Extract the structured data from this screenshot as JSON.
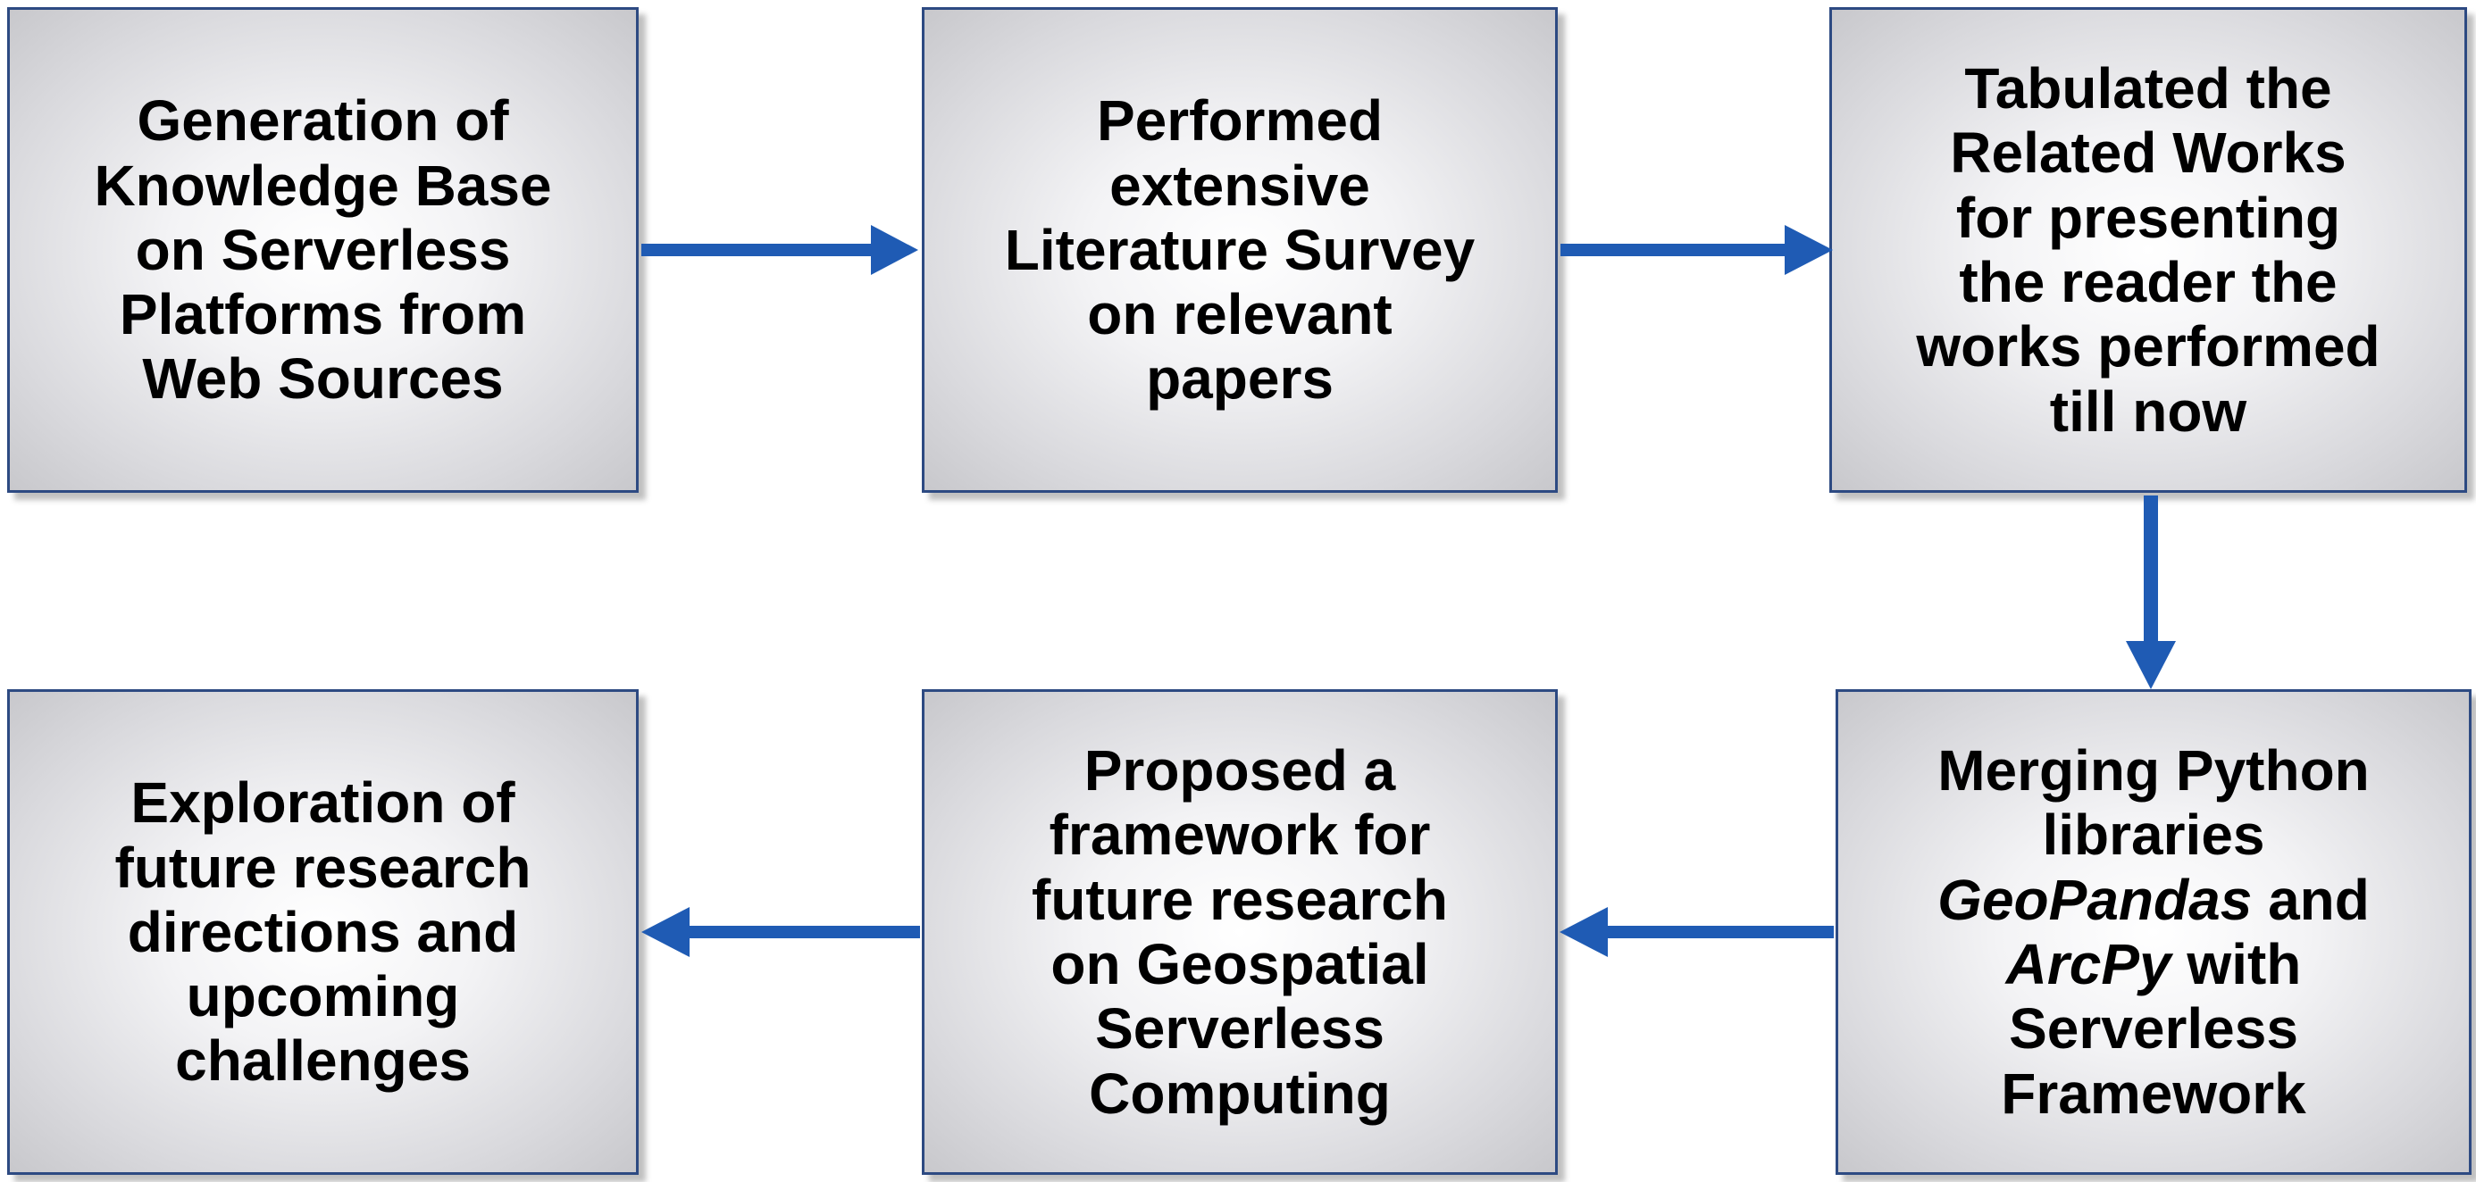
{
  "colors": {
    "arrow": "#1f5bb4",
    "box_border": "#2d4a82",
    "box_fill_center": "#ffffff",
    "box_fill_edge": "#c8c8cc",
    "text": "#000000"
  },
  "boxes": {
    "step1": {
      "line1": "Generation of",
      "line2": "Knowledge Base",
      "line3": "on Serverless",
      "line4": "Platforms from",
      "line5": "Web Sources"
    },
    "step2": {
      "line1": "Performed",
      "line2": "extensive",
      "line3": "Literature Survey",
      "line4": "on relevant",
      "line5": "papers"
    },
    "step3": {
      "line1": "Tabulated the",
      "line2": "Related Works",
      "line3": "for presenting",
      "line4": "the reader the",
      "line5": "works performed",
      "line6": "till now"
    },
    "step4": {
      "line1": "Merging Python",
      "line2": "libraries",
      "line3_italic": "GeoPandas",
      "line3_rest": " and",
      "line4_italic": "ArcPy",
      "line4_rest": " with",
      "line5": "Serverless",
      "line6": "Framework"
    },
    "step5": {
      "line1": "Proposed a",
      "line2": "framework for",
      "line3": "future research",
      "line4": "on Geospatial",
      "line5": "Serverless",
      "line6": "Computing"
    },
    "step6": {
      "line1": "Exploration of",
      "line2": "future research",
      "line3": "directions and",
      "line4": "upcoming",
      "line5": "challenges"
    }
  }
}
